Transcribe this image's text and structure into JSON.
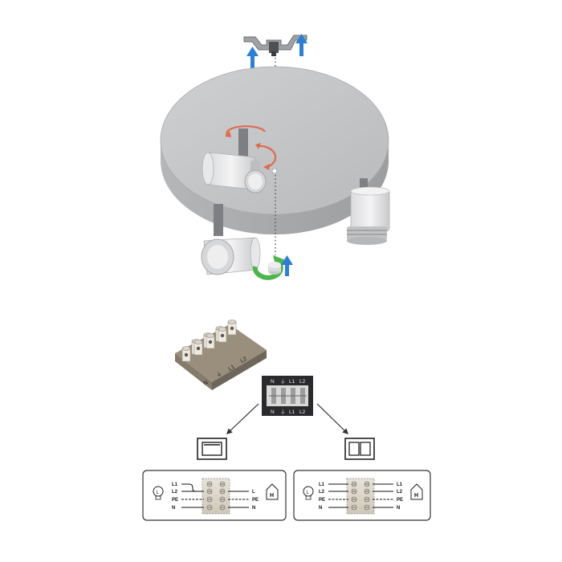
{
  "connector": {
    "top_labels": [
      "N",
      "⏚",
      "L1",
      "L2"
    ],
    "bottom_labels": [
      "N",
      "⏚",
      "L1",
      "L2"
    ]
  },
  "terminal_block": {
    "labels": [
      "N",
      "⏚",
      "L1",
      "L2"
    ]
  },
  "wiring_left": {
    "left_labels": [
      "L1",
      "L2",
      "PE",
      "N"
    ],
    "right_labels": [
      "L",
      "PE",
      "N"
    ],
    "lamp_icon": "bulb-icon",
    "house_icon": "house-icon",
    "house_letter": "H"
  },
  "wiring_right": {
    "left_labels": [
      "L1",
      "L2",
      "PE",
      "N"
    ],
    "right_labels": [
      "L1",
      "L2",
      "PE",
      "N"
    ],
    "lamp_icon": "bulb-icon",
    "house_icon": "house-icon",
    "house_letter": "H"
  },
  "colors": {
    "plate": "#bfc0c2",
    "arrow_blue": "#2b7fd6",
    "rotate_red": "#e06a4e",
    "rotate_green": "#4cb64a",
    "connector_bg": "#2a2a2c"
  }
}
